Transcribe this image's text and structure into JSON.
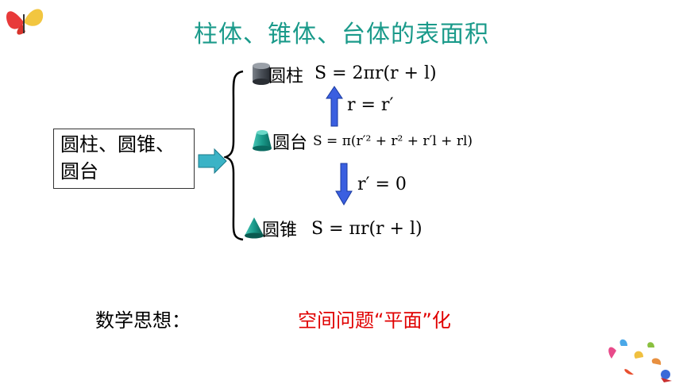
{
  "title": "柱体、锥体、台体的表面积",
  "left_box": {
    "line1": "圆柱、圆锥、",
    "line2": "圆台"
  },
  "shapes": {
    "cylinder": {
      "label": "圆柱",
      "formula": "S = 2πr(r + l)"
    },
    "frustum": {
      "label": "圆台",
      "formula": "S = π(r′² + r² + r′l + rl)"
    },
    "cone": {
      "label": "圆锥",
      "formula": "S = πr(r + l)"
    }
  },
  "arrows": {
    "up_label": "r = r′",
    "down_label": "r′ = 0"
  },
  "thinking": {
    "label": "数学思想：",
    "value": "空间问题“平面”化"
  },
  "colors": {
    "title": "#1a9a8a",
    "emphasis": "#e00000",
    "arrow": "#3a5fe0",
    "shape": "#1a8a80"
  }
}
